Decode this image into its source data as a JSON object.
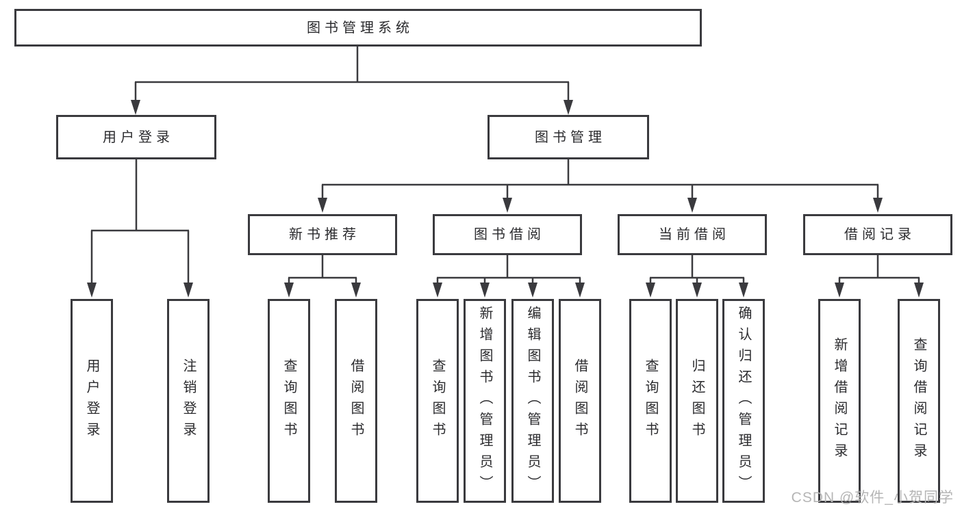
{
  "diagram": {
    "type": "hierarchy",
    "title": "图书管理系统",
    "nodes": {
      "root": {
        "label": "图书管理系统"
      },
      "user_login": {
        "label": "用户登录"
      },
      "book_mgmt": {
        "label": "图书管理"
      },
      "new_book_rec": {
        "label": "新书推荐"
      },
      "book_borrow": {
        "label": "图书借阅"
      },
      "current_borrow": {
        "label": "当前借阅"
      },
      "borrow_records": {
        "label": "借阅记录"
      },
      "leaf_user_login": {
        "label": "用户登录"
      },
      "leaf_logout": {
        "label": "注销登录"
      },
      "leaf_query_rec": {
        "label": "查询图书"
      },
      "leaf_borrow_rec": {
        "label": "借阅图书"
      },
      "leaf_query_borrow": {
        "label": "查询图书"
      },
      "leaf_add_books": {
        "label": "新增图书（管理员）"
      },
      "leaf_edit_books": {
        "label": "编辑图书（管理员）"
      },
      "leaf_borrow_borrow": {
        "label": "借阅图书"
      },
      "leaf_query_current": {
        "label": "查询图书"
      },
      "leaf_return_books": {
        "label": "归还图书"
      },
      "leaf_confirm_return": {
        "label": "确认归还（管理员）"
      },
      "leaf_add_record": {
        "label": "新增借阅记录"
      },
      "leaf_query_record": {
        "label": "查询借阅记录"
      }
    },
    "tree": {
      "图书管理系统": {
        "用户登录": [
          "用户登录",
          "注销登录"
        ],
        "图书管理": {
          "新书推荐": [
            "查询图书",
            "借阅图书"
          ],
          "图书借阅": [
            "查询图书",
            "新增图书（管理员）",
            "编辑图书（管理员）",
            "借阅图书"
          ],
          "当前借阅": [
            "查询图书",
            "归还图书",
            "确认归还（管理员）"
          ],
          "借阅记录": [
            "新增借阅记录",
            "查询借阅记录"
          ]
        }
      }
    }
  },
  "watermark": {
    "text": "CSDN @软件_小贺同学"
  },
  "colors": {
    "line": "#3a3a3e",
    "text": "#2b2b2e",
    "watermark": "#b5b5b5",
    "background": "#ffffff"
  }
}
